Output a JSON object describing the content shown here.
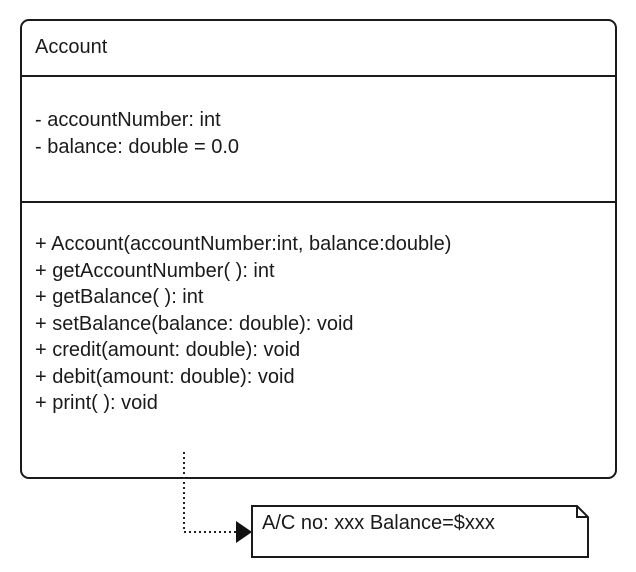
{
  "class": {
    "name": "Account",
    "attributes": [
      "- accountNumber: int",
      "- balance: double = 0.0"
    ],
    "operations": [
      "+ Account(accountNumber:int, balance:double)",
      "+ getAccountNumber( ): int",
      "+ getBalance( ): int",
      "+ setBalance(balance: double): void",
      "+ credit(amount: double): void",
      "+ debit(amount: double): void",
      "+ print( ): void"
    ]
  },
  "note": {
    "text": "A/C no: xxx Balance=$xxx"
  }
}
